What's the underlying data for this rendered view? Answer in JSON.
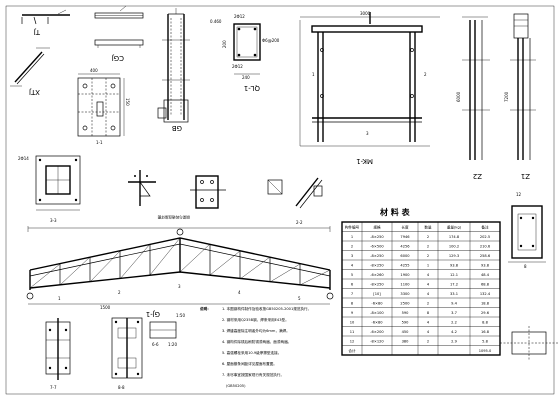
{
  "drawing": {
    "labels": {
      "tj": "TJ",
      "xtj": "XTJ",
      "cgj": "CGJ",
      "ql1": "QL-1",
      "gb": "GB",
      "mk1": "MK-1",
      "z2": "Z2",
      "z1": "Z1",
      "gj1": "GJ-1",
      "sec33": "3-3",
      "sec77": "7-7",
      "sec88": "8-8",
      "sec66": "6-6",
      "sec22": "2-2",
      "scale_gj": "1:50",
      "scale_sec": "1:20"
    },
    "dims": {
      "d460": "0.460",
      "d240": "240",
      "d200": "200",
      "d2012": "2Φ12",
      "d2014": "2Φ14",
      "d6200": "Φ6@200",
      "d400": "400",
      "d150": "150",
      "d1500": "1500",
      "d3000": "3000",
      "d6000": "6000",
      "d7200": "7200",
      "d12": "12",
      "d8": "8"
    },
    "mk_marks": [
      "1",
      "2",
      "3"
    ],
    "detail_caption": "钢梁与砖墙连接详图",
    "section_marks": [
      "1",
      "2",
      "3",
      "4",
      "5"
    ]
  },
  "material_table": {
    "title": "材 料 表",
    "col_headers": [
      "构件编号",
      "规格",
      "长度",
      "数量",
      "重量(kg)",
      "备注"
    ],
    "rows": [
      [
        "1",
        "-8×250",
        "7946",
        "2",
        "174.8",
        "202.5"
      ],
      [
        "2",
        "-6×500",
        "4256",
        "2",
        "100.2",
        "210.6"
      ],
      [
        "3",
        "-8×250",
        "6000",
        "2",
        "129.3",
        "258.6"
      ],
      [
        "4",
        "-8×250",
        "4255",
        "1",
        "93.8",
        "93.8"
      ],
      [
        "5",
        "-6×260",
        "1900",
        "4",
        "12.1",
        "48.4"
      ],
      [
        "6",
        "-8×250",
        "1100",
        "4",
        "17.2",
        "68.8"
      ],
      [
        "7",
        "[10]",
        "3300",
        "4",
        "33.1",
        "132.4"
      ],
      [
        "8",
        "-6×80",
        "2500",
        "2",
        "9.4",
        "18.8"
      ],
      [
        "9",
        "-8×100",
        "590",
        "8",
        "3.7",
        "29.6"
      ],
      [
        "10",
        "-6×80",
        "590",
        "4",
        "2.2",
        "8.8"
      ],
      [
        "11",
        "-6×200",
        "450",
        "4",
        "4.2",
        "16.8"
      ],
      [
        "12",
        "-8×120",
        "380",
        "2",
        "2.9",
        "5.8"
      ]
    ],
    "total_label": "合计",
    "total_value": "1095.0"
  },
  "notes": {
    "heading": "说明：",
    "lines": [
      "1. 本图钢构件制作及验收按GB50205-2001规范执行。",
      "2. 钢材采用Q235B钢，焊条采用E43型。",
      "3. 焊缝高度除注明者外均为6mm，满焊。",
      "4. 钢构件除锈后刷防锈漆两遍，面漆两遍。",
      "5. 高强螺栓采用10.9级摩擦型连接。",
      "6. 屋面檩条间距详见屋面布置图。",
      "7. 未尽事宜按国家现行有关规范执行。",
      "(GB50205)"
    ]
  }
}
